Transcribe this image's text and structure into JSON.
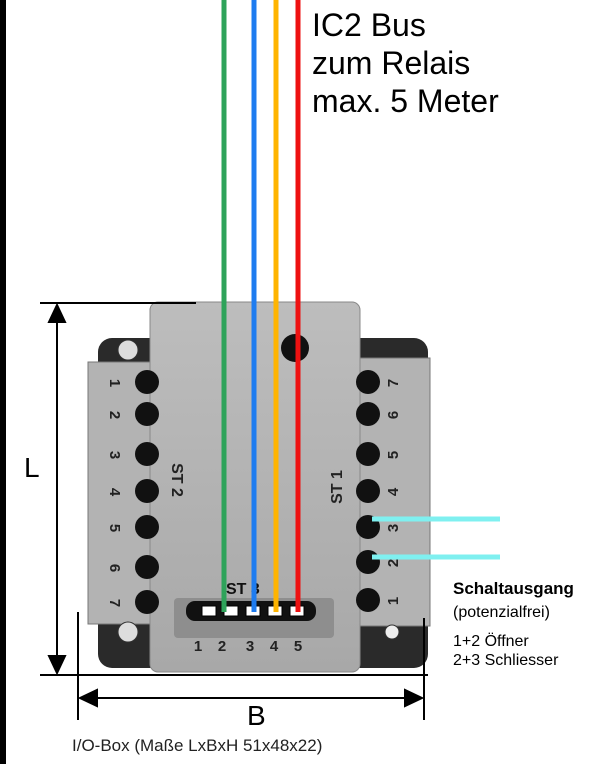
{
  "title_lines": [
    "IC2 Bus",
    "zum Relais",
    "max. 5 Meter"
  ],
  "dimension_labels": {
    "height": "L",
    "width": "B"
  },
  "caption": "I/O-Box (Maße LxBxH 51x48x22)",
  "connectors": {
    "st1": "ST 1",
    "st2": "ST 2",
    "st3": "ST 3",
    "st1_pins": [
      "7",
      "6",
      "5",
      "4",
      "3",
      "2",
      "1"
    ],
    "st2_pins": [
      "1",
      "2",
      "3",
      "4",
      "5",
      "6",
      "7"
    ],
    "st3_pins": [
      "1",
      "2",
      "3",
      "4",
      "5"
    ]
  },
  "output": {
    "title": "Schaltausgang",
    "subtitle": "(potenzialfrei)",
    "line1": "1+2 Öffner",
    "line2": "2+3 Schliesser"
  },
  "wire_colors": [
    "#2ea35a",
    "#1e7cf0",
    "#ffb400",
    "#ee1111"
  ],
  "output_wire_color": "#7ff0f0"
}
